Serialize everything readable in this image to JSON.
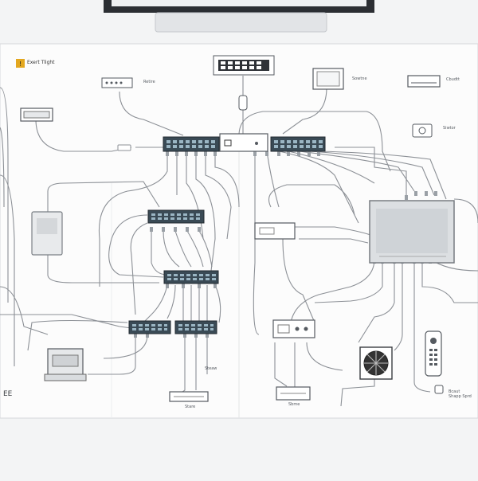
{
  "labels": {
    "top_left_title": "Exert Tlight",
    "caption_1": "Retire",
    "caption_2": "Sowtne",
    "caption_3": "Cbudtt",
    "caption_4": "Siwtor",
    "caption_5": "Steaw",
    "caption_6": "Stare",
    "caption_7": "Sbme",
    "caption_8": "Bcaut\nShapp Sprd",
    "bottom_left_code": "EE"
  }
}
